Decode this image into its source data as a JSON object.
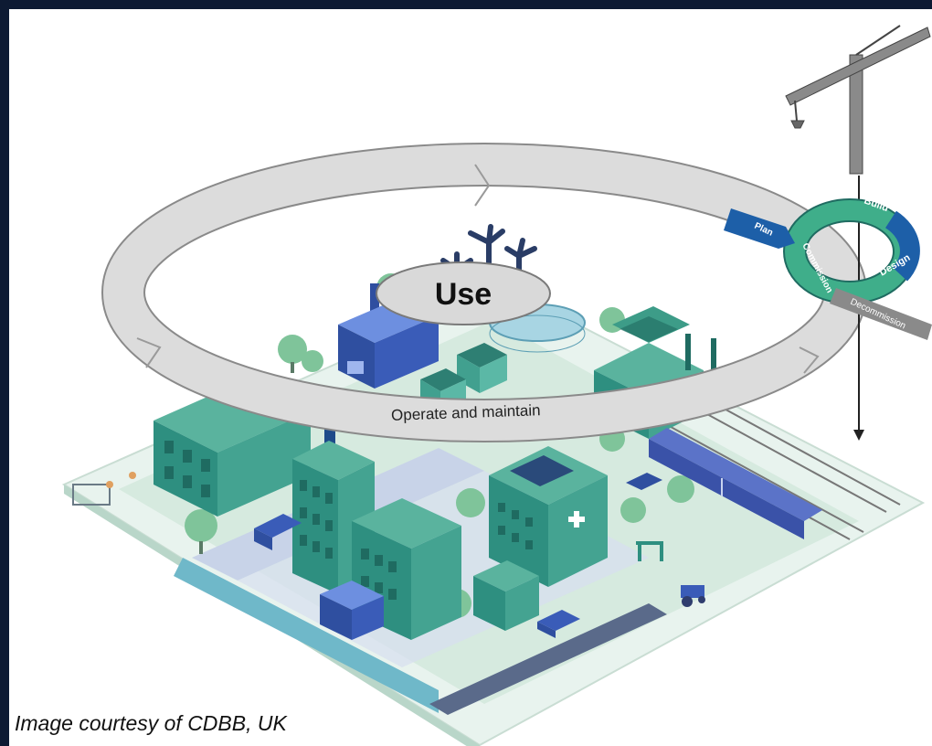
{
  "lifecycle": {
    "use_label": "Use",
    "operate_label": "Operate and maintain",
    "stages": {
      "plan": "Plan",
      "build": "Build",
      "design": "Design",
      "commission": "Commission",
      "decommission": "Decommission"
    }
  },
  "caption": {
    "credit": "Image courtesy of CDBB, UK"
  },
  "colors": {
    "frame": "#0d1a33",
    "teal": "#2e8f80",
    "teal_dark": "#1f6b61",
    "green_ring": "#3fae8a",
    "blue_stage": "#1d5fa8",
    "building_blue": "#3a5cb8",
    "ring_grey": "#d9d9d9",
    "ground": "#e6f1ec"
  },
  "icons": [
    "crane-icon",
    "wind-turbine-icon",
    "hospital-cross-icon",
    "train-icon",
    "tractor-icon",
    "car-icon",
    "truck-icon",
    "tree-icon"
  ]
}
